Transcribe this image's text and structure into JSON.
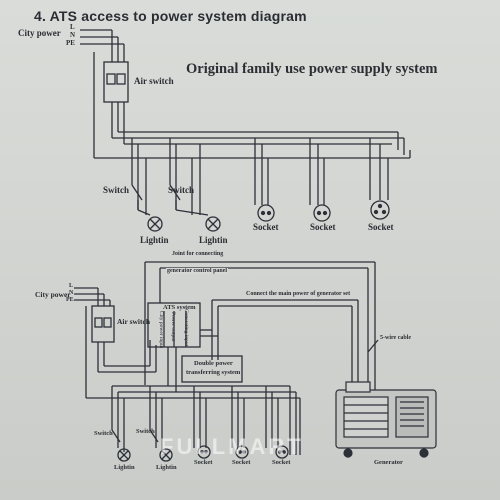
{
  "title": "4.   ATS access to power system diagram",
  "top_diagram": {
    "subtitle": "Original family use power supply system",
    "city_power_label": "City power",
    "line_labels": [
      "L",
      "N",
      "PE"
    ],
    "air_switch_label": "Air switch",
    "switch_labels": [
      "Switch",
      "Switch"
    ],
    "lighting_labels": [
      "Lightin",
      "Lightin"
    ],
    "socket_labels": [
      "Socket",
      "Socket",
      "Socket"
    ]
  },
  "bottom_diagram": {
    "city_power_label": "City power",
    "line_labels": [
      "L",
      "N",
      "PE"
    ],
    "air_switch_label": "Air switch",
    "joint_label_1": "Joint for connecting",
    "joint_label_2": "generator control panel",
    "connect_label": "Connect the main power of generator set",
    "ats_label": "ATS system",
    "ats_terminals": [
      "City power input",
      "Power output",
      "Generating input"
    ],
    "double_power_1": "Double power",
    "double_power_2": "transferring system",
    "cable_label": "5-wire cable",
    "generator_label": "Generator",
    "switch_labels": [
      "Switch",
      "Switch"
    ],
    "lighting_labels": [
      "Lightin",
      "Lightin"
    ],
    "socket_labels": [
      "Socket",
      "Socket",
      "Socket"
    ]
  },
  "watermark": "FULLMART",
  "colors": {
    "wire": "#2c3038",
    "paper": "#d6d8d5",
    "text": "#2a2d33"
  }
}
